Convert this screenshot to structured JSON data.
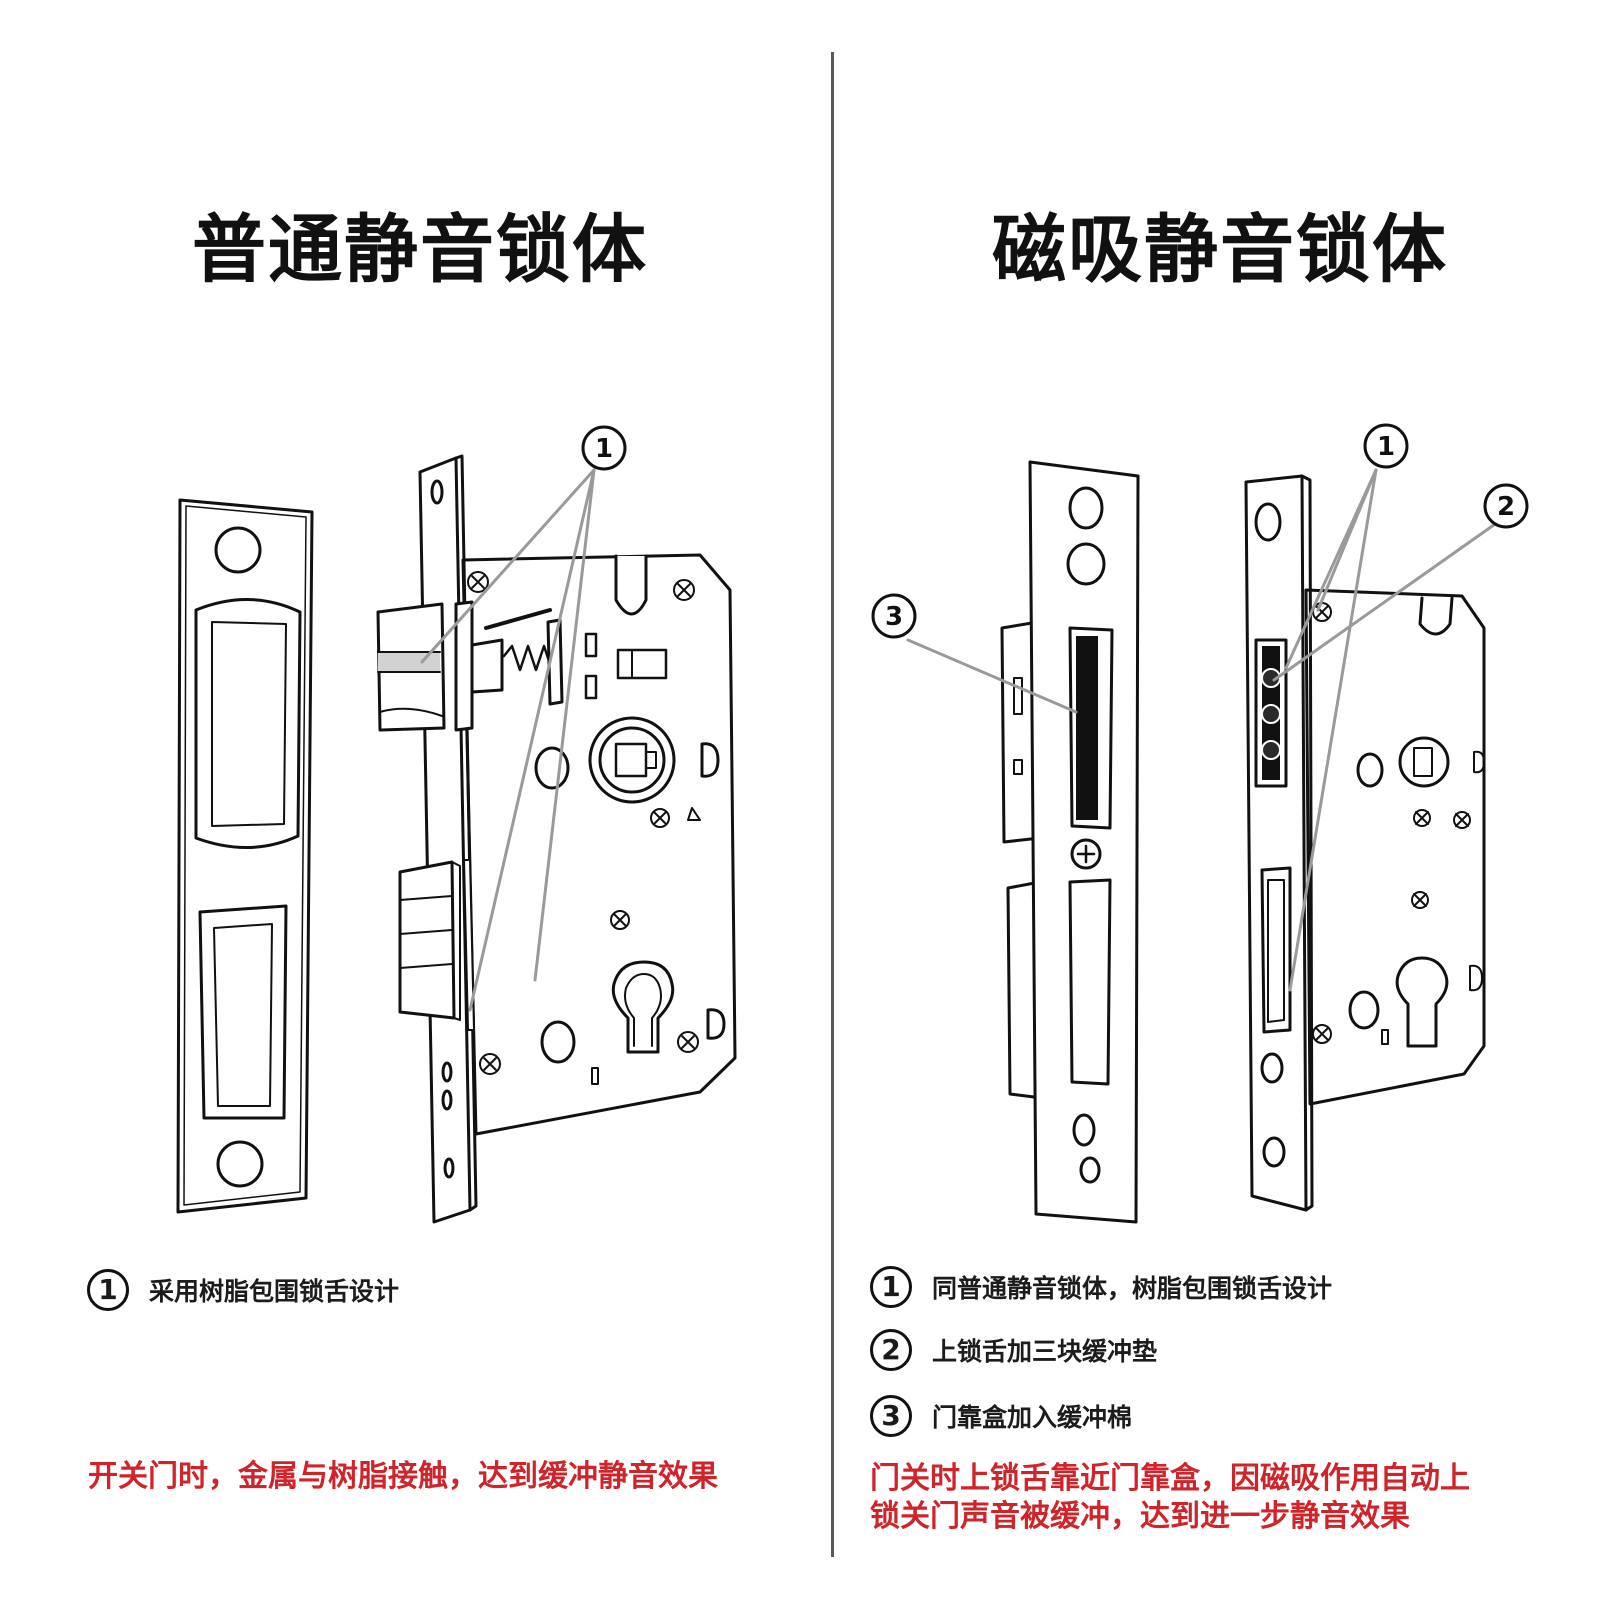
{
  "left_panel": {
    "title": "普通静音锁体",
    "callout_number": "1",
    "features": [
      {
        "number": "1",
        "text": "采用树脂包围锁舌设计"
      }
    ],
    "note": "开关门时，金属与树脂接触，达到缓冲静音效果"
  },
  "right_panel": {
    "title": "磁吸静音锁体",
    "callout_numbers": [
      "1",
      "2",
      "3"
    ],
    "features": [
      {
        "number": "1",
        "text": "同普通静音锁体，树脂包围锁舌设计"
      },
      {
        "number": "2",
        "text": "上锁舌加三块缓冲垫"
      },
      {
        "number": "3",
        "text": "门靠盒加入缓冲棉"
      }
    ],
    "note_line1": "门关时上锁舌靠近门靠盒，因磁吸作用自动上",
    "note_line2": "锁关门声音被缓冲，达到进一步静音效果"
  },
  "colors": {
    "note_red": "#d0242b",
    "divider": "#5a5a5a"
  }
}
